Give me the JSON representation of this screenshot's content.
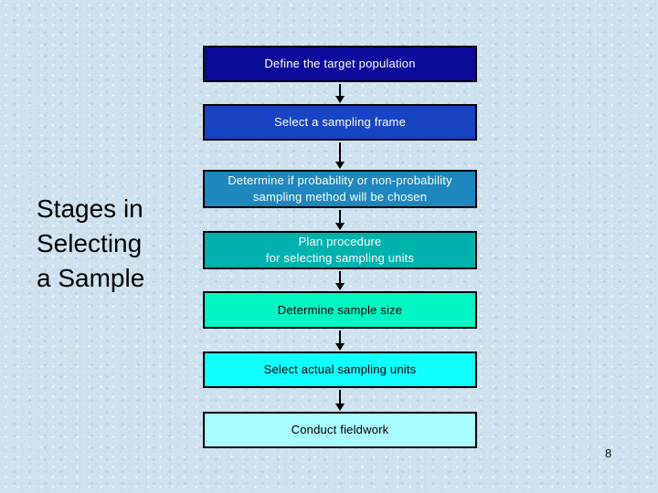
{
  "slide": {
    "title_lines": [
      "Stages in",
      "Selecting",
      "a Sample"
    ],
    "page_number": "8",
    "background_color": "#cfe2f0"
  },
  "flow": {
    "steps": [
      {
        "lines": [
          "Define the target population"
        ],
        "bg": "#0a0a9b",
        "text_color": "#ffffff"
      },
      {
        "lines": [
          "Select a sampling frame"
        ],
        "bg": "#1843c4",
        "text_color": "#ffffff"
      },
      {
        "lines": [
          "Determine if probability or non-probability",
          "sampling method will be chosen"
        ],
        "bg": "#1d87be",
        "text_color": "#ffffff"
      },
      {
        "lines": [
          "Plan procedure",
          "for selecting sampling units"
        ],
        "bg": "#00b2ae",
        "text_color": "#ffffff"
      },
      {
        "lines": [
          "Determine sample size"
        ],
        "bg": "#00f7c4",
        "text_color": "#000000"
      },
      {
        "lines": [
          "Select actual sampling units"
        ],
        "bg": "#10ffff",
        "text_color": "#000000"
      },
      {
        "lines": [
          "Conduct fieldwork"
        ],
        "bg": "#a8fbff",
        "text_color": "#000000"
      }
    ]
  }
}
